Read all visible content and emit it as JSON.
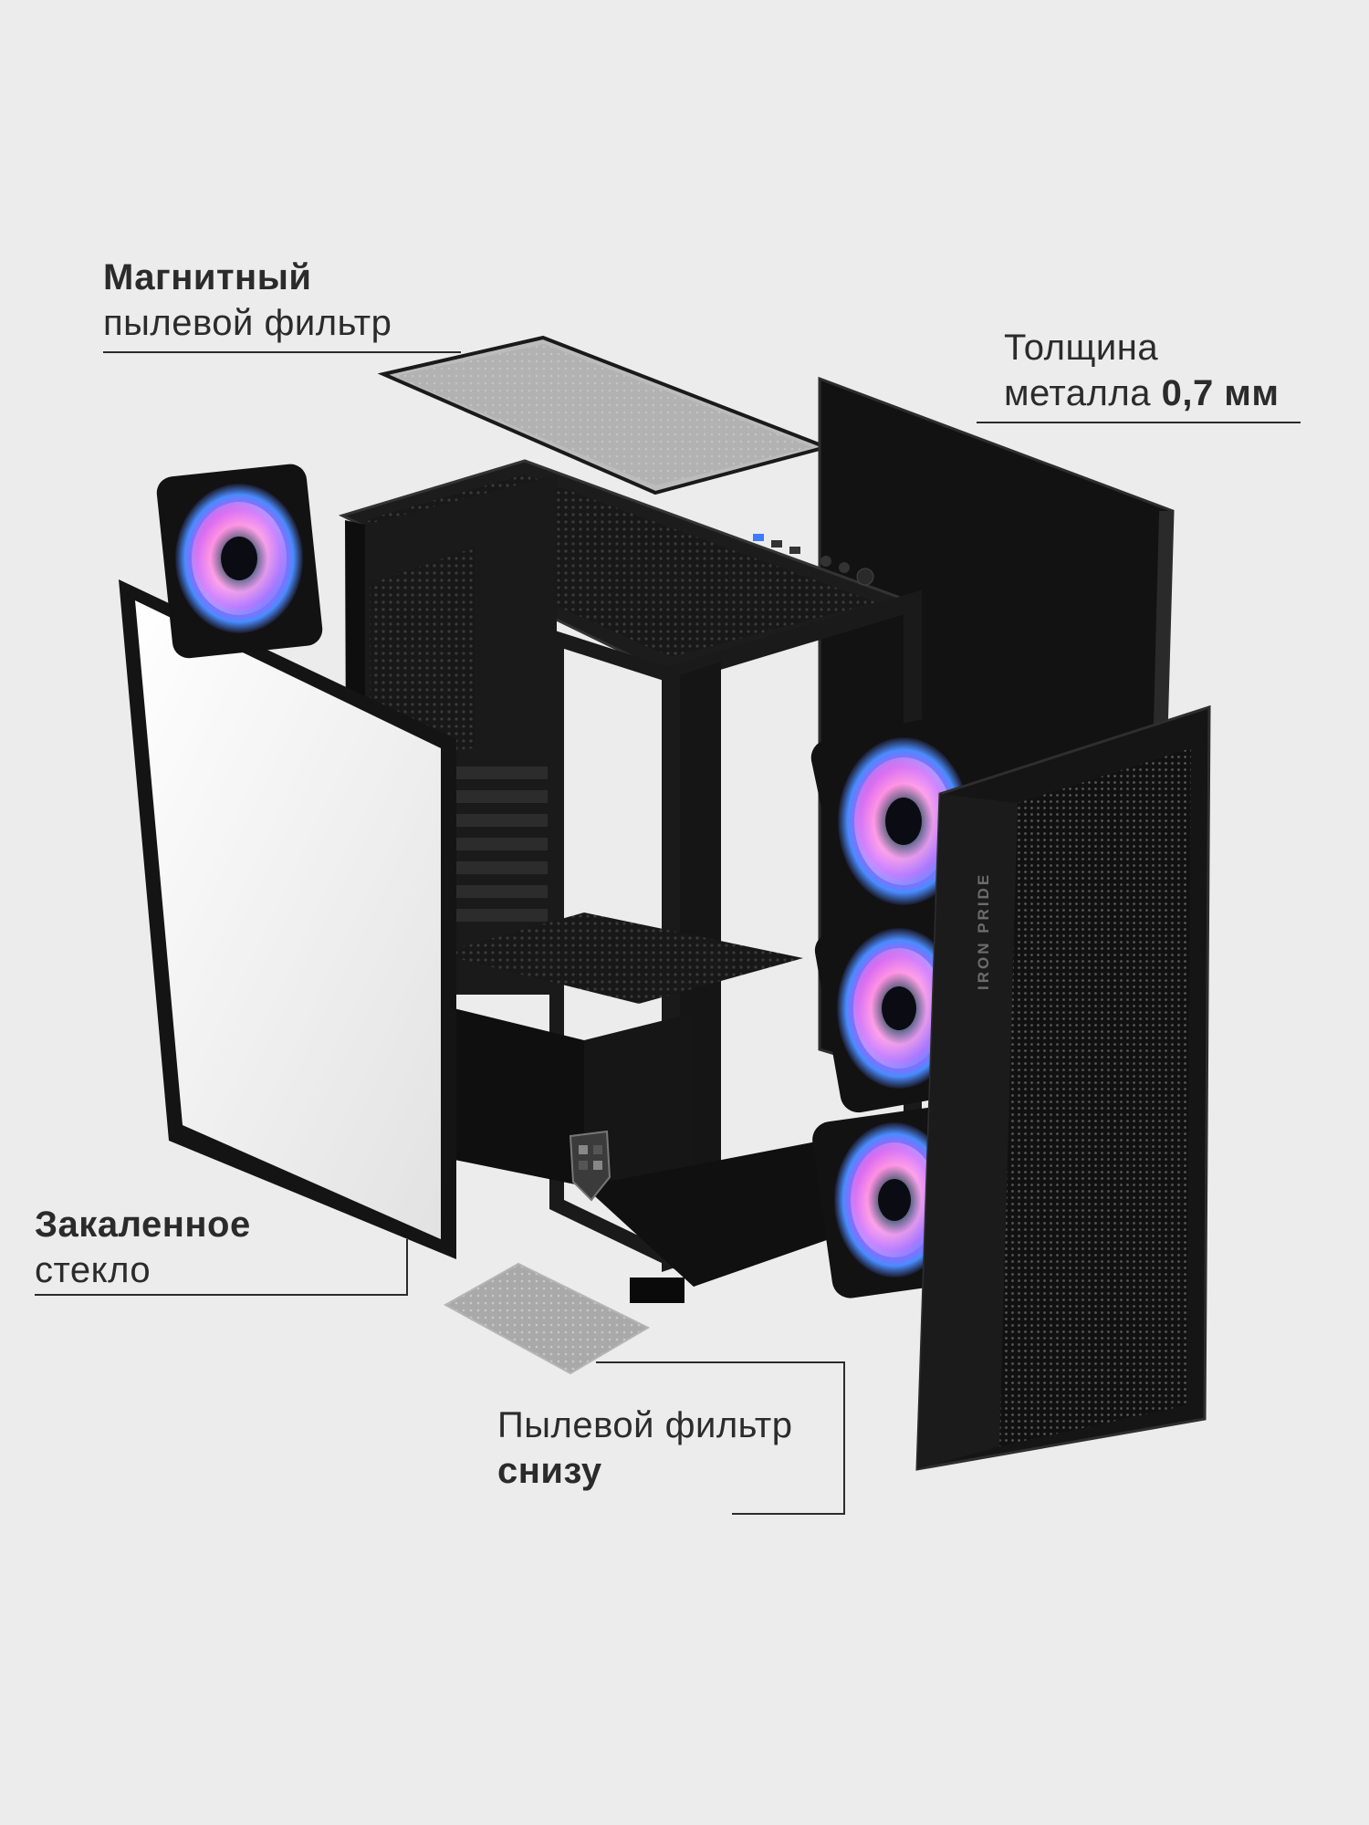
{
  "colors": {
    "background": "#ececec",
    "text": "#2b2b2b",
    "case_body": "#141414",
    "fan_pink": "#ff5ad2",
    "fan_blue": "#4a8cff"
  },
  "callouts": {
    "magnetic_filter": {
      "line1": "Магнитный",
      "line2": "пылевой фильтр"
    },
    "metal_thickness": {
      "line1": "Толщина",
      "line2_prefix": "металла ",
      "line2_bold": "0,7 мм"
    },
    "tempered_glass": {
      "line1": "Закаленное",
      "line2": "стекло"
    },
    "bottom_filter": {
      "line1": "Пылевой фильтр",
      "line2": "снизу"
    }
  },
  "product": {
    "front_panel_logo_text": "IRON PRIDE",
    "case_logo_icon": "shield-logo"
  }
}
